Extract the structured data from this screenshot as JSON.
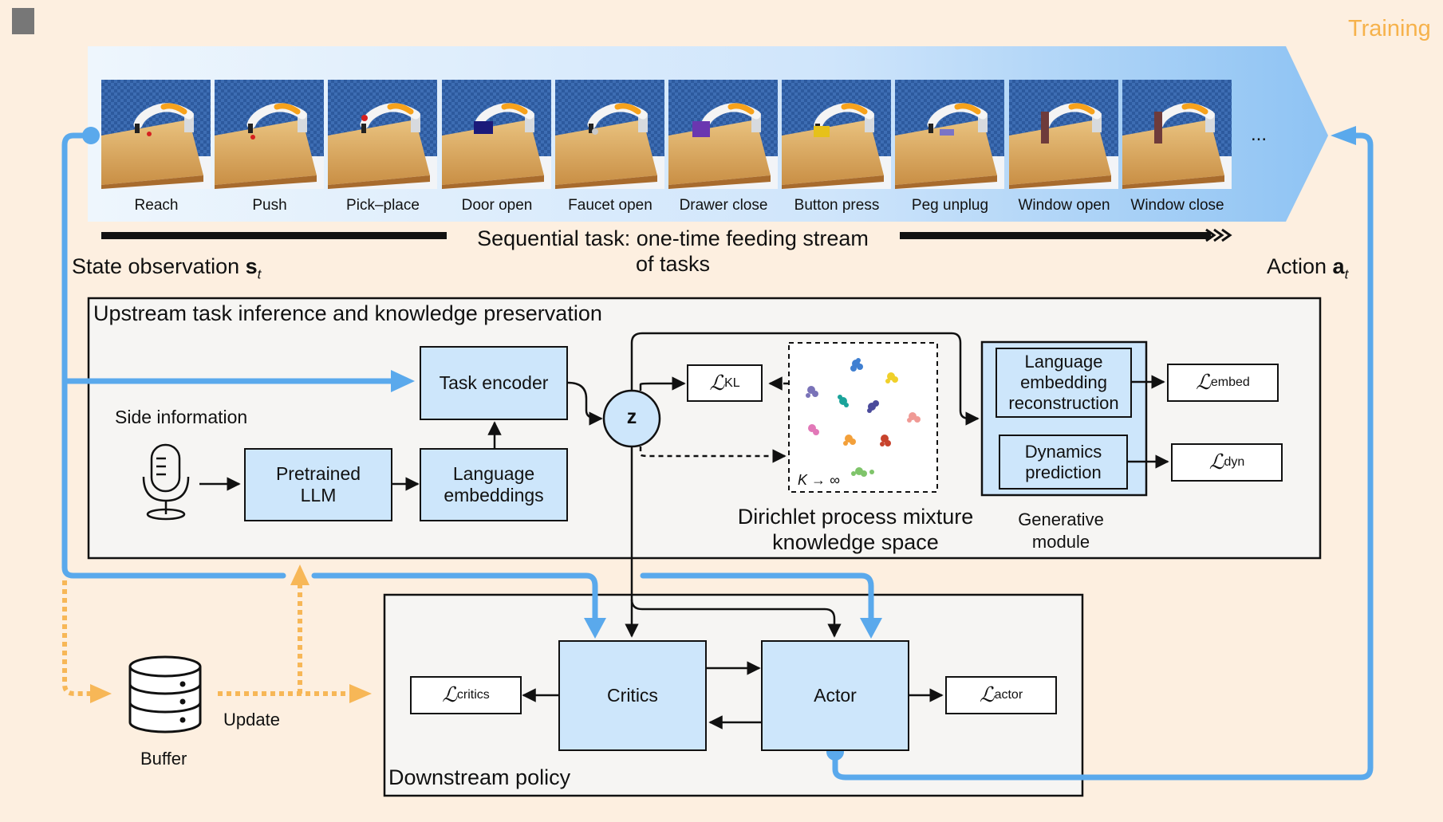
{
  "corner_label": "Training",
  "tasks": [
    {
      "label": "Reach"
    },
    {
      "label": "Push"
    },
    {
      "label": "Pick–place"
    },
    {
      "label": "Door open"
    },
    {
      "label": "Faucet open"
    },
    {
      "label": "Drawer close"
    },
    {
      "label": "Button press"
    },
    {
      "label": "Peg unplug"
    },
    {
      "label": "Window open"
    },
    {
      "label": "Window close"
    }
  ],
  "ellipsis": "...",
  "sequential_task": {
    "line1": "Sequential task: one-time feeding stream",
    "line2": "of tasks"
  },
  "state_obs": {
    "text": "State observation ",
    "symbol": "s",
    "sub": "t"
  },
  "action": {
    "text": "Action ",
    "symbol": "a",
    "sub": "t"
  },
  "upstream": {
    "title": "Upstream task inference and knowledge preservation",
    "side_information": "Side information",
    "pretrained_llm": [
      "Pretrained",
      "LLM"
    ],
    "language_embeddings": [
      "Language",
      "embeddings"
    ],
    "task_encoder": "Task encoder",
    "z": "z",
    "loss_kl": {
      "symbol": "ℒ",
      "sub": "KL"
    },
    "k_inf": "K → ∞",
    "dirichlet": [
      "Dirichlet process mixture",
      "knowledge space"
    ],
    "lang_recon": [
      "Language",
      "embedding",
      "reconstruction"
    ],
    "dyn_pred": [
      "Dynamics",
      "prediction"
    ],
    "generative": [
      "Generative",
      "module"
    ],
    "loss_embed": {
      "symbol": "ℒ",
      "sub": "embed"
    },
    "loss_dyn": {
      "symbol": "ℒ",
      "sub": "dyn"
    }
  },
  "downstream": {
    "title": "Downstream policy",
    "critics": "Critics",
    "actor": "Actor",
    "loss_critics": {
      "symbol": "ℒ",
      "sub": "critics"
    },
    "loss_actor": {
      "symbol": "ℒ",
      "sub": "actor"
    }
  },
  "buffer": "Buffer",
  "update": "Update",
  "colors": {
    "blue_arrow": "#5aa9ec",
    "orange_dashed": "#f7b757",
    "box_fill": "#cde6fb",
    "panel_fill": "#f6f5f3"
  }
}
